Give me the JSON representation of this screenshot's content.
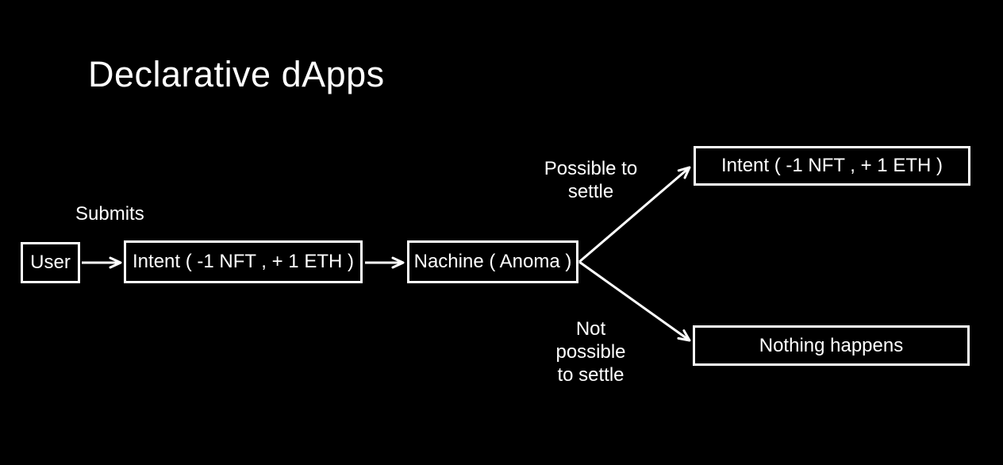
{
  "colors": {
    "background": "#000000",
    "foreground": "#ffffff"
  },
  "title": "Declarative dApps",
  "labels": {
    "submits": "Submits",
    "possible_to_settle": "Possible to\nsettle",
    "not_possible_to_settle": "Not\npossible\nto settle"
  },
  "nodes": {
    "user": {
      "label": "User"
    },
    "intent_submitted": {
      "label": "Intent ( -1 NFT , + 1 ETH )"
    },
    "machine": {
      "label": "Nachine ( Anoma )"
    },
    "intent_settled": {
      "label": "Intent ( -1 NFT , + 1 ETH )"
    },
    "nothing_happens": {
      "label": "Nothing happens"
    }
  }
}
